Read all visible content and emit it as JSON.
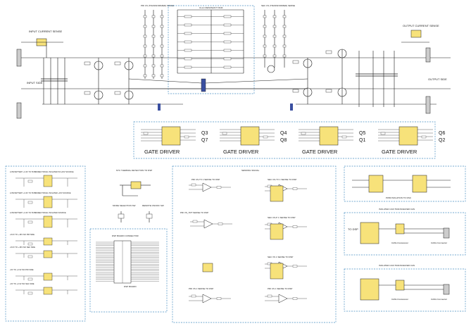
{
  "colors": {
    "block_border": "#4a90c2",
    "wire": "#1a1a1a",
    "net_label": "#8b1a1a",
    "component_fill": "#f7e27a",
    "heatsink_fill": "#3a4fa0",
    "connector_fill": "#cccccc",
    "highlight_text": "#c0392b"
  },
  "power_stage": {
    "input_current_sense": "INPUT CURRENT SENSE",
    "input_side": "INPUT SIDE",
    "pri_cs_title": "PRI CS (TRANSFORMER) SENSE",
    "cllc_title": "CLLC RESONANT TANK",
    "sec_cs_title": "SEC CS (TRANSFORMER) SENSE",
    "output_current_sense": "OUTPUT CURRENT SENSE",
    "output_side": "OUTPUT SIDE"
  },
  "gate_drivers": {
    "label": "GATE DRIVER",
    "units": [
      {
        "top": "Q3",
        "bottom": "Q7"
      },
      {
        "top": "Q4",
        "bottom": "Q8"
      },
      {
        "top": "Q5",
        "bottom": "Q1"
      },
      {
        "top": "Q6",
        "bottom": "Q2"
      }
    ]
  },
  "power_supplies": {
    "titles": [
      "LOW BATTERY +3.3V TO 5V/BIDIRECTIONAL ISOLATED 5V/+15V SOURCE",
      "LOW BATTERY +3.3V TO 5V/BIDIRECTIONAL ISOLATED +15V SOURCE",
      "LOW BATTERY +3.3V TO 5V/BIDIRECTIONAL ISOLATED SOURCE",
      "+5.0V TO +15V ISO PRI SIDE",
      "+5.0V TO +15V ISO SEC SIDE",
      "+5V TO +3.3V ISO PRI SIDE",
      "+5V TO +3.3V ISO SEC SIDE"
    ]
  },
  "ntc": {
    "title": "NTC THERMAL DETECTION TO DSP"
  },
  "mode": {
    "mode_selection": "MODE SELECTION SW",
    "remote": "REMOTE ON/OFF SW"
  },
  "dsp": {
    "title": "DSP BOARD CONNECTOR",
    "note": "DSP BOARD"
  },
  "sensing": {
    "title": "SENSING SIGNAL",
    "pri_cs": "PRI CS-TX 1 SENSE TO DSP",
    "sec_cs": "SEC CS-TX 1 SENSE TO DSP",
    "pri_vs": "PRI VS_TRT SENSE TO DSP",
    "sec_cs2": "SEC CS-P 1 SENSE TO DSP",
    "sec_vs": "SEC VS 1 SENSE TO DSP",
    "pri_vs2": "PRI VS 1 SENSE TO DSP",
    "pri_cs2": "PRI CS 1 SENSE TO DSP"
  },
  "pwm": {
    "title": "PWM ISOLATION TO DSC"
  },
  "can": {
    "title": "ISOLATED CAN TRANSCEIVER CAN",
    "to_dsp": "TO DSP",
    "transceiver": "CANH transceiver",
    "connector": "CANH Connector"
  }
}
